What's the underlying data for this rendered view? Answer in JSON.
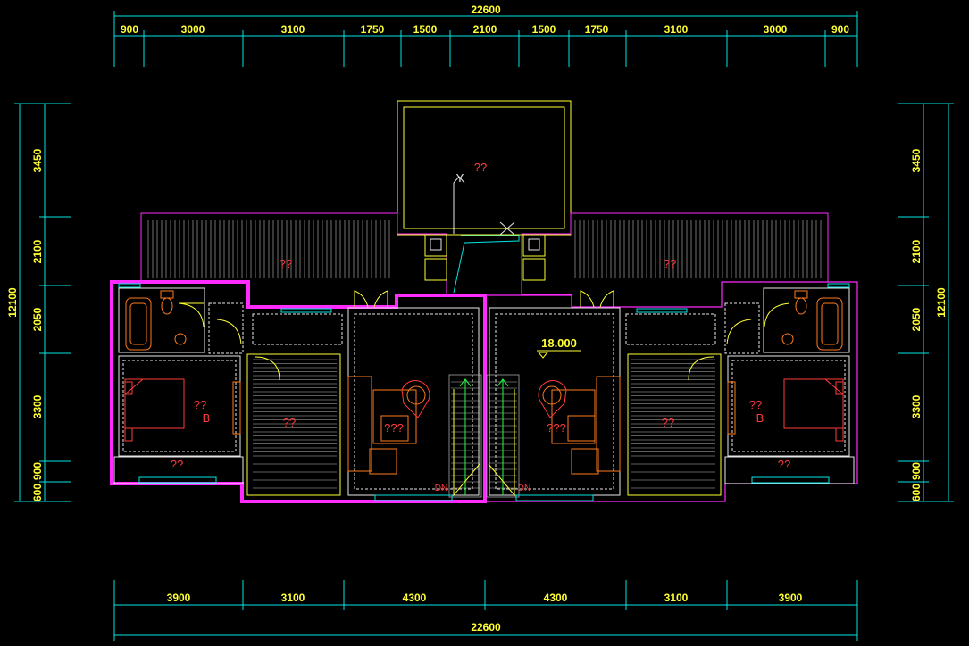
{
  "dimensions": {
    "top_total": "22600",
    "top_segments": [
      "900",
      "3000",
      "3100",
      "1750",
      "1500",
      "2100",
      "1500",
      "1750",
      "3100",
      "3000",
      "900"
    ],
    "bottom_segments": [
      "3900",
      "3100",
      "4300",
      "4300",
      "3100",
      "3900"
    ],
    "bottom_total": "22600",
    "left_total": "12100",
    "left_segments": [
      "3450",
      "2100",
      "2050",
      "3300",
      "900",
      "600"
    ],
    "right_total": "12100",
    "right_segments": [
      "3450",
      "2100",
      "2050",
      "3300",
      "900",
      "600"
    ]
  },
  "labels": {
    "top_room": "??",
    "terrace_left": "??",
    "terrace_right": "??",
    "bedroom_left": "??",
    "bedroom_left_mark": "B",
    "bedroom_right": "??",
    "bedroom_right_mark": "B",
    "room_left_mid": "??",
    "room_right_mid": "??",
    "living_left": "???",
    "living_right": "???",
    "bottom_left": "??",
    "bottom_right": "??",
    "stair_left": "DN",
    "stair_right": "DN",
    "level": "18.000",
    "north_mark": "Y"
  }
}
